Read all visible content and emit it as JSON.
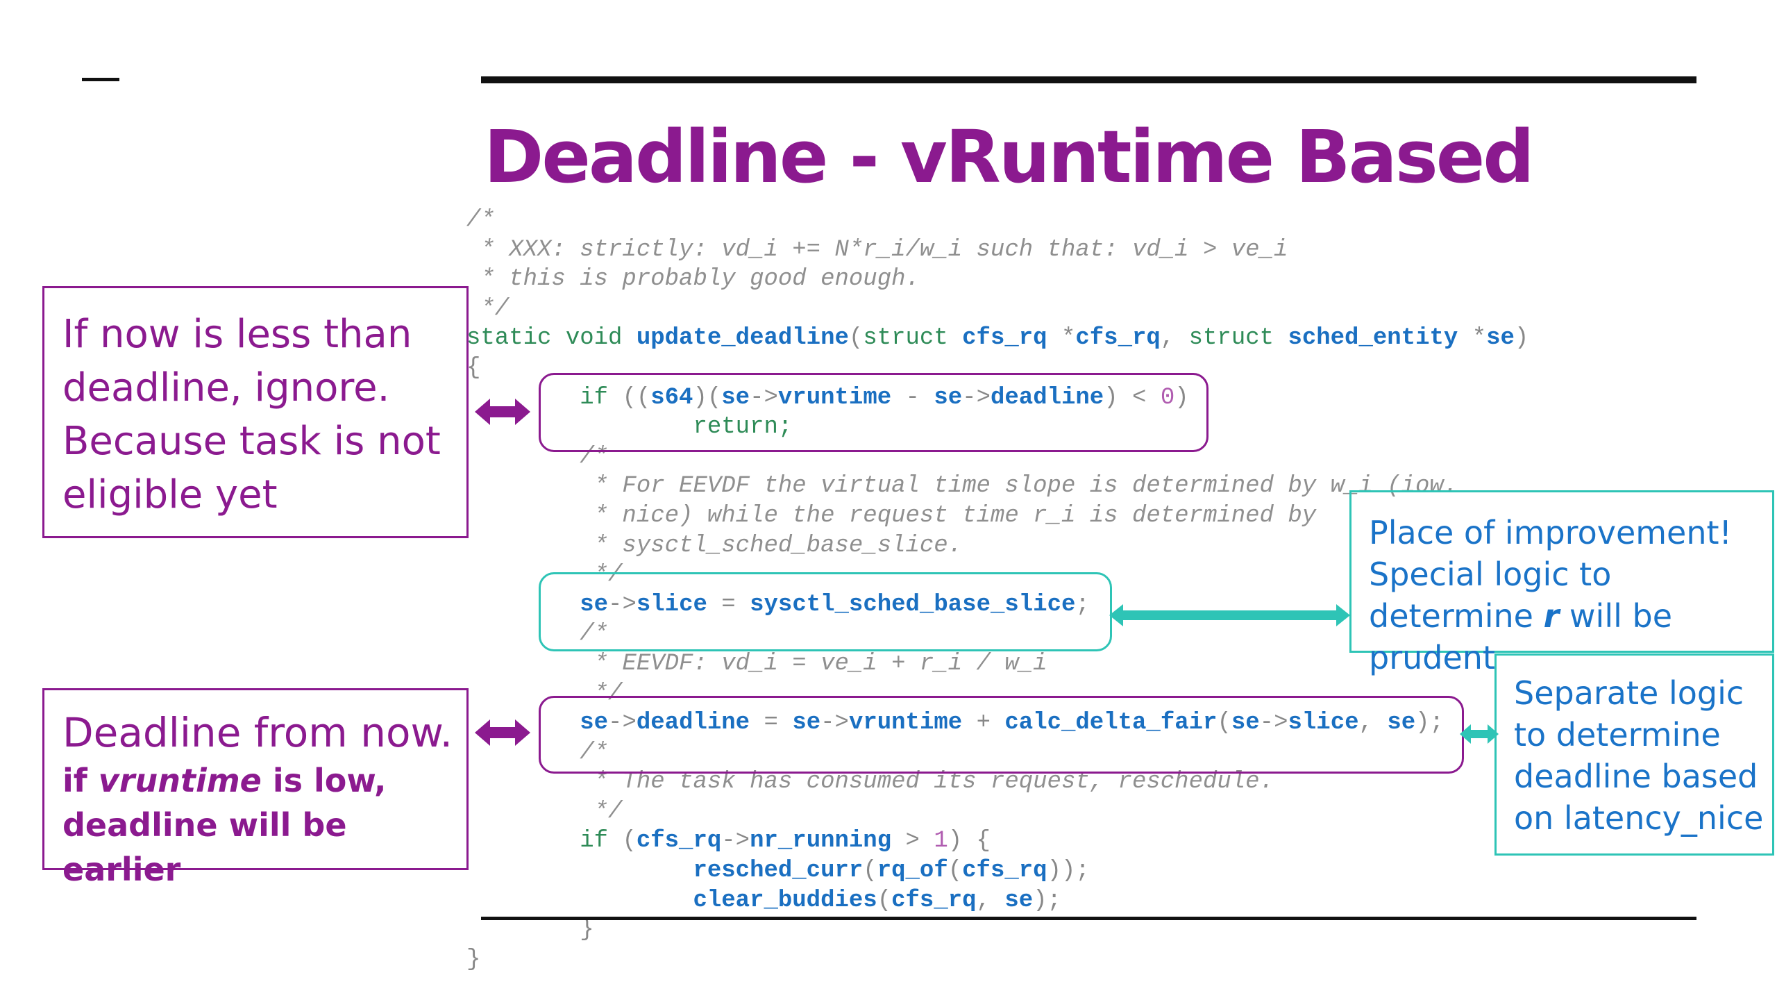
{
  "slide": {
    "title": "Deadline - vRuntime Based"
  },
  "code_lines": [
    [
      {
        "t": "/*",
        "c": "c"
      }
    ],
    [
      {
        "t": " * XXX: strictly: vd_i += N*r_i/w_i such that: vd_i > ve_i",
        "c": "c"
      }
    ],
    [
      {
        "t": " * this is probably good enough.",
        "c": "c"
      }
    ],
    [
      {
        "t": " */",
        "c": "c"
      }
    ],
    [
      {
        "t": "static void ",
        "c": "k"
      },
      {
        "t": "update_deadline",
        "c": "f"
      },
      {
        "t": "(",
        "c": "o"
      },
      {
        "t": "struct ",
        "c": "k"
      },
      {
        "t": "cfs_rq ",
        "c": "f"
      },
      {
        "t": "*",
        "c": "o"
      },
      {
        "t": "cfs_rq",
        "c": "f"
      },
      {
        "t": ", ",
        "c": "o"
      },
      {
        "t": "struct ",
        "c": "k"
      },
      {
        "t": "sched_entity ",
        "c": "f"
      },
      {
        "t": "*",
        "c": "o"
      },
      {
        "t": "se",
        "c": "f"
      },
      {
        "t": ")",
        "c": "o"
      }
    ],
    [
      {
        "t": "{",
        "c": "o"
      }
    ],
    [
      {
        "t": "        if ",
        "c": "k"
      },
      {
        "t": "((",
        "c": "o"
      },
      {
        "t": "s64",
        "c": "f"
      },
      {
        "t": ")(",
        "c": "o"
      },
      {
        "t": "se",
        "c": "f"
      },
      {
        "t": "->",
        "c": "o"
      },
      {
        "t": "vruntime",
        "c": "f"
      },
      {
        "t": " - ",
        "c": "o"
      },
      {
        "t": "se",
        "c": "f"
      },
      {
        "t": "->",
        "c": "o"
      },
      {
        "t": "deadline",
        "c": "f"
      },
      {
        "t": ") < ",
        "c": "o"
      },
      {
        "t": "0",
        "c": "n"
      },
      {
        "t": ")",
        "c": "o"
      }
    ],
    [
      {
        "t": "                return;",
        "c": "k"
      }
    ],
    [
      {
        "t": "        /*",
        "c": "c"
      }
    ],
    [
      {
        "t": "         * For EEVDF the virtual time slope is determined by w_i (iow.",
        "c": "c"
      }
    ],
    [
      {
        "t": "         * nice) while the request time r_i is determined by",
        "c": "c"
      }
    ],
    [
      {
        "t": "         * sysctl_sched_base_slice.",
        "c": "c"
      }
    ],
    [
      {
        "t": "         */",
        "c": "c"
      }
    ],
    [
      {
        "t": "        ",
        "c": "o"
      },
      {
        "t": "se",
        "c": "f"
      },
      {
        "t": "->",
        "c": "o"
      },
      {
        "t": "slice",
        "c": "f"
      },
      {
        "t": " = ",
        "c": "o"
      },
      {
        "t": "sysctl_sched_base_slice",
        "c": "f"
      },
      {
        "t": ";",
        "c": "o"
      }
    ],
    [
      {
        "t": "        /*",
        "c": "c"
      }
    ],
    [
      {
        "t": "         * EEVDF: vd_i = ve_i + r_i / w_i",
        "c": "c"
      }
    ],
    [
      {
        "t": "         */",
        "c": "c"
      }
    ],
    [
      {
        "t": "        ",
        "c": "o"
      },
      {
        "t": "se",
        "c": "f"
      },
      {
        "t": "->",
        "c": "o"
      },
      {
        "t": "deadline",
        "c": "f"
      },
      {
        "t": " = ",
        "c": "o"
      },
      {
        "t": "se",
        "c": "f"
      },
      {
        "t": "->",
        "c": "o"
      },
      {
        "t": "vruntime",
        "c": "f"
      },
      {
        "t": " + ",
        "c": "o"
      },
      {
        "t": "calc_delta_fair",
        "c": "f"
      },
      {
        "t": "(",
        "c": "o"
      },
      {
        "t": "se",
        "c": "f"
      },
      {
        "t": "->",
        "c": "o"
      },
      {
        "t": "slice",
        "c": "f"
      },
      {
        "t": ", ",
        "c": "o"
      },
      {
        "t": "se",
        "c": "f"
      },
      {
        "t": ");",
        "c": "o"
      }
    ],
    [
      {
        "t": "        /*",
        "c": "c"
      }
    ],
    [
      {
        "t": "         * The task has consumed its request, reschedule.",
        "c": "c"
      }
    ],
    [
      {
        "t": "         */",
        "c": "c"
      }
    ],
    [
      {
        "t": "        if ",
        "c": "k"
      },
      {
        "t": "(",
        "c": "o"
      },
      {
        "t": "cfs_rq",
        "c": "f"
      },
      {
        "t": "->",
        "c": "o"
      },
      {
        "t": "nr_running",
        "c": "f"
      },
      {
        "t": " > ",
        "c": "o"
      },
      {
        "t": "1",
        "c": "n"
      },
      {
        "t": ") {",
        "c": "o"
      }
    ],
    [
      {
        "t": "                ",
        "c": "o"
      },
      {
        "t": "resched_curr",
        "c": "f"
      },
      {
        "t": "(",
        "c": "o"
      },
      {
        "t": "rq_of",
        "c": "f"
      },
      {
        "t": "(",
        "c": "o"
      },
      {
        "t": "cfs_rq",
        "c": "f"
      },
      {
        "t": "));",
        "c": "o"
      }
    ],
    [
      {
        "t": "                ",
        "c": "o"
      },
      {
        "t": "clear_buddies",
        "c": "f"
      },
      {
        "t": "(",
        "c": "o"
      },
      {
        "t": "cfs_rq",
        "c": "f"
      },
      {
        "t": ", ",
        "c": "o"
      },
      {
        "t": "se",
        "c": "f"
      },
      {
        "t": ");",
        "c": "o"
      }
    ],
    [
      {
        "t": "        }",
        "c": "o"
      }
    ],
    [
      {
        "t": "}",
        "c": "o"
      }
    ]
  ],
  "notes": {
    "ignore": {
      "lines": [
        "If now is less than",
        "deadline, ignore.",
        "Because task is not",
        "eligible yet"
      ]
    },
    "deadline": {
      "line1": "Deadline from now.",
      "line2_prefix": "if ",
      "line2_em": "vruntime",
      "line2_suffix": " is low,",
      "line3": "deadline will be earlier"
    },
    "improvement": {
      "line1": "Place of improvement!",
      "line2": "Special logic to",
      "line3_prefix": "determine ",
      "line3_em": "r",
      "line3_suffix": " will be",
      "line4": "prudent"
    },
    "separate": {
      "lines": [
        "Separate logic",
        "to determine",
        "deadline based",
        "on latency_nice"
      ]
    }
  },
  "colors": {
    "purple": "#8b1a8f",
    "teal": "#2ec4b6",
    "blue_text": "#1a73c8"
  }
}
